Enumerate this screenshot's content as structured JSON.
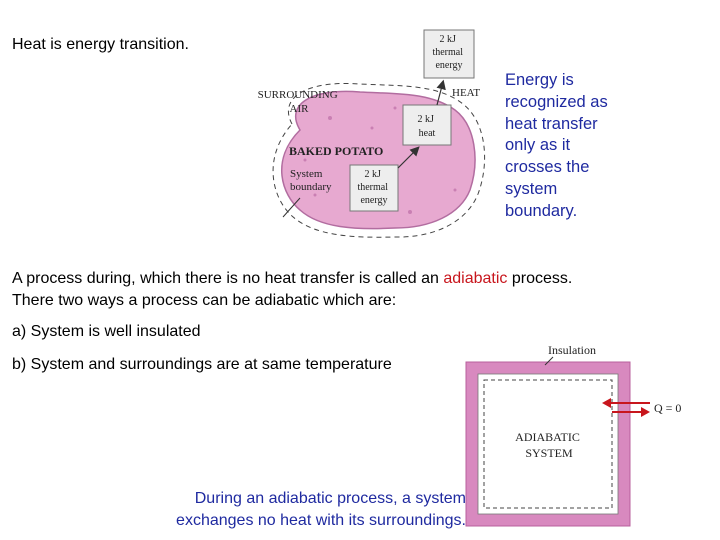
{
  "heading": "Heat is energy transition.",
  "side_note": "Energy is recognized as heat transfer only as it crosses the system boundary.",
  "paragraph": {
    "before": "A process during, which there is no heat transfer is called an ",
    "highlight": "adiabatic",
    "after": " process. There two ways a process can be adiabatic which are:"
  },
  "list": [
    "a)  System is well insulated",
    "b)  System and surroundings are at same temperature"
  ],
  "caption": {
    "line1": "During an adiabatic process, a system",
    "line2": "exchanges no heat with its surroundings."
  },
  "potato_figure": {
    "box_top": [
      "2 kJ",
      "thermal",
      "energy"
    ],
    "box_mid": [
      "2 kJ",
      "heat"
    ],
    "box_inner": [
      "2 kJ",
      "thermal",
      "energy"
    ],
    "surrounding": [
      "SURROUNDING",
      "AIR"
    ],
    "heat_label": "HEAT",
    "potato_label": "BAKED POTATO",
    "boundary_label": [
      "System",
      "boundary"
    ]
  },
  "adiabatic_figure": {
    "insulation_label": "Insulation",
    "system_label": [
      "ADIABATIC",
      "SYSTEM"
    ],
    "q_label": "Q = 0"
  },
  "colors": {
    "accent_blue": "#1f2aa0",
    "highlight_red": "#c8161d",
    "insulation_pink": "#d889bf",
    "potato_pink": "#e7a9d0"
  }
}
